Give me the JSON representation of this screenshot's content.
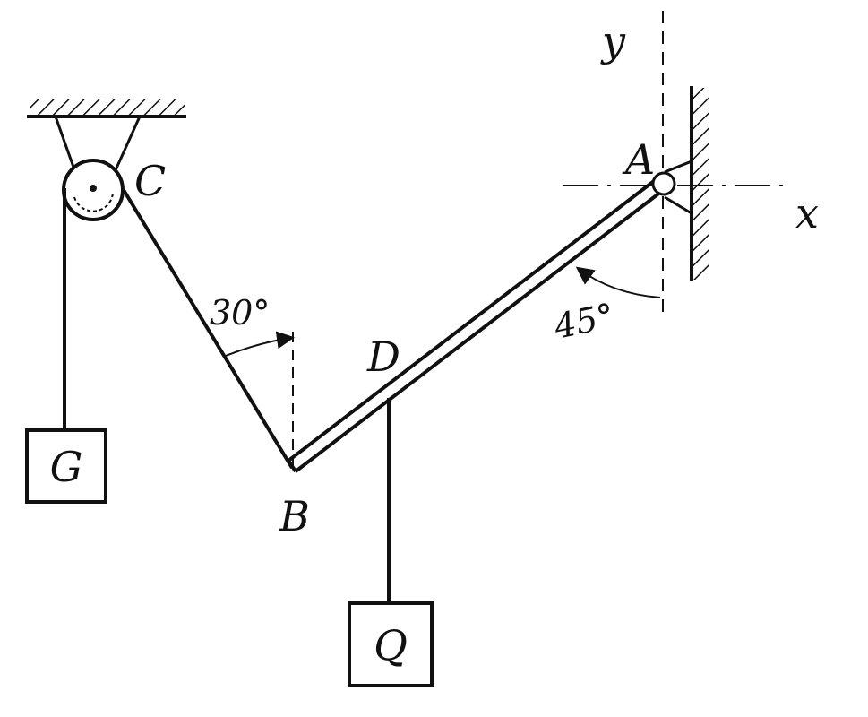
{
  "labels": {
    "point_a": "A",
    "point_b": "B",
    "point_c": "C",
    "point_d": "D",
    "axis_x": "x",
    "axis_y": "y",
    "weight_g": "G",
    "weight_q": "Q",
    "angle_30": "30°",
    "angle_45": "45°"
  },
  "colors": {
    "ink": "#111111",
    "background": "#ffffff"
  }
}
